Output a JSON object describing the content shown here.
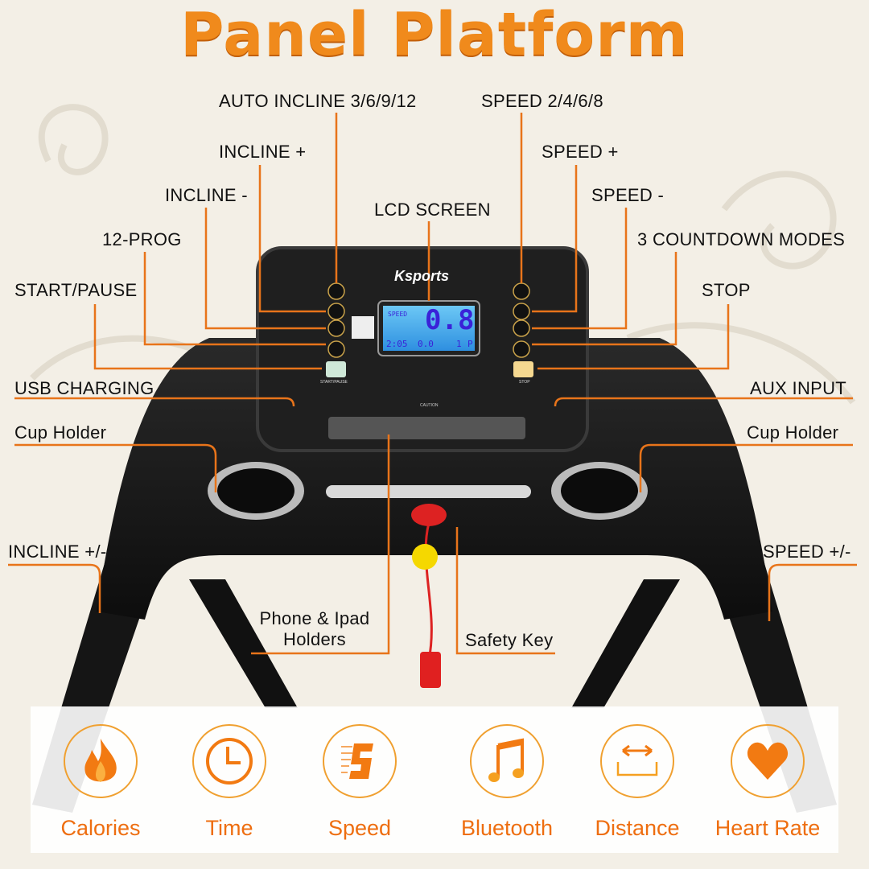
{
  "title": "Panel Platform",
  "brand": "Ksports",
  "lcd": {
    "mode_label": "SPEED",
    "main_value": "0.8",
    "sub_values": [
      "2:05",
      "0.0",
      "",
      "1",
      "P"
    ]
  },
  "console_labels": {
    "start_pause": "START/PAUSE",
    "stop": "STOP",
    "caution": "CAUTION"
  },
  "callouts": {
    "auto_incline": "AUTO INCLINE 3/6/9/12",
    "speed_presets": "SPEED 2/4/6/8",
    "incline_plus": "INCLINE +",
    "speed_plus": "SPEED +",
    "incline_minus": "INCLINE -",
    "speed_minus": "SPEED -",
    "lcd_screen": "LCD SCREEN",
    "prog": "12-PROG",
    "countdown": "3 COUNTDOWN MODES",
    "start_pause": "START/PAUSE",
    "stop": "STOP",
    "usb": "USB CHARGING",
    "aux": "AUX INPUT",
    "cup_left": "Cup Holder",
    "cup_right": "Cup Holder",
    "incline_pm": "INCLINE +/-",
    "speed_pm": "SPEED +/-",
    "phone_line1": "Phone & Ipad",
    "phone_line2": "Holders",
    "safety_key": "Safety Key"
  },
  "features": [
    {
      "label": "Calories",
      "icon": "flame-icon"
    },
    {
      "label": "Time",
      "icon": "clock-icon"
    },
    {
      "label": "Speed",
      "icon": "speed-icon"
    },
    {
      "label": "Bluetooth",
      "icon": "music-note-icon"
    },
    {
      "label": "Distance",
      "icon": "distance-arrow-icon"
    },
    {
      "label": "Heart Rate",
      "icon": "heart-icon"
    }
  ],
  "colors": {
    "accent": "#f08a1c",
    "leader_line": "#e8741a",
    "lcd": "#4fb8f0",
    "frame": "#1c1c1c"
  }
}
